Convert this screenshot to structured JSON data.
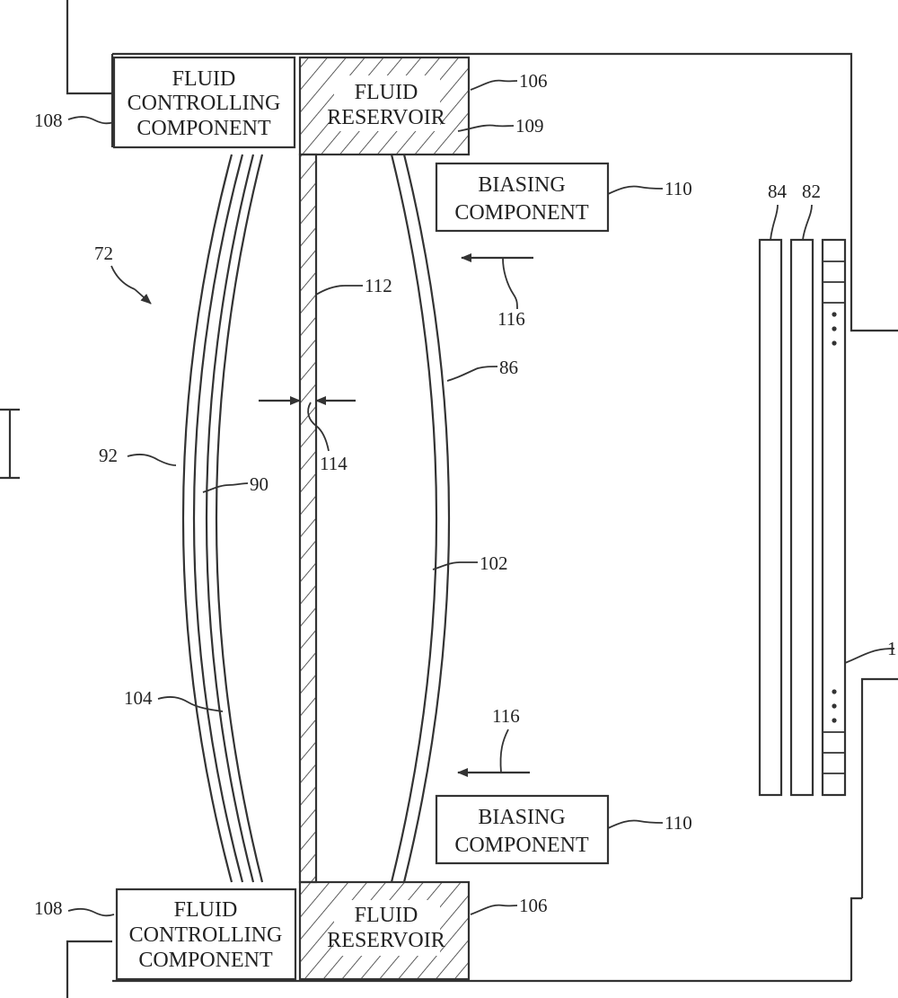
{
  "diagram": {
    "boxes": {
      "fluid_controlling_top": [
        "FLUID",
        "CONTROLLING",
        "COMPONENT"
      ],
      "fluid_reservoir_top": [
        "FLUID",
        "RESERVOIR"
      ],
      "biasing_top": [
        "BIASING",
        "COMPONENT"
      ],
      "biasing_bottom": [
        "BIASING",
        "COMPONENT"
      ],
      "fluid_controlling_bottom": [
        "FLUID",
        "CONTROLLING",
        "COMPONENT"
      ],
      "fluid_reservoir_bottom": [
        "FLUID",
        "RESERVOIR"
      ]
    },
    "refs": {
      "r106_top": "106",
      "r109": "109",
      "r108_top": "108",
      "r110_top": "110",
      "r84": "84",
      "r82": "82",
      "r72": "72",
      "r112": "112",
      "r116_top": "116",
      "r86": "86",
      "r114": "114",
      "r92": "92",
      "r90": "90",
      "r102": "102",
      "r104": "104",
      "r116_bottom": "116",
      "r110_bottom": "110",
      "r108_bottom": "108",
      "r106_bottom": "106",
      "r_right_partial": "1"
    }
  }
}
